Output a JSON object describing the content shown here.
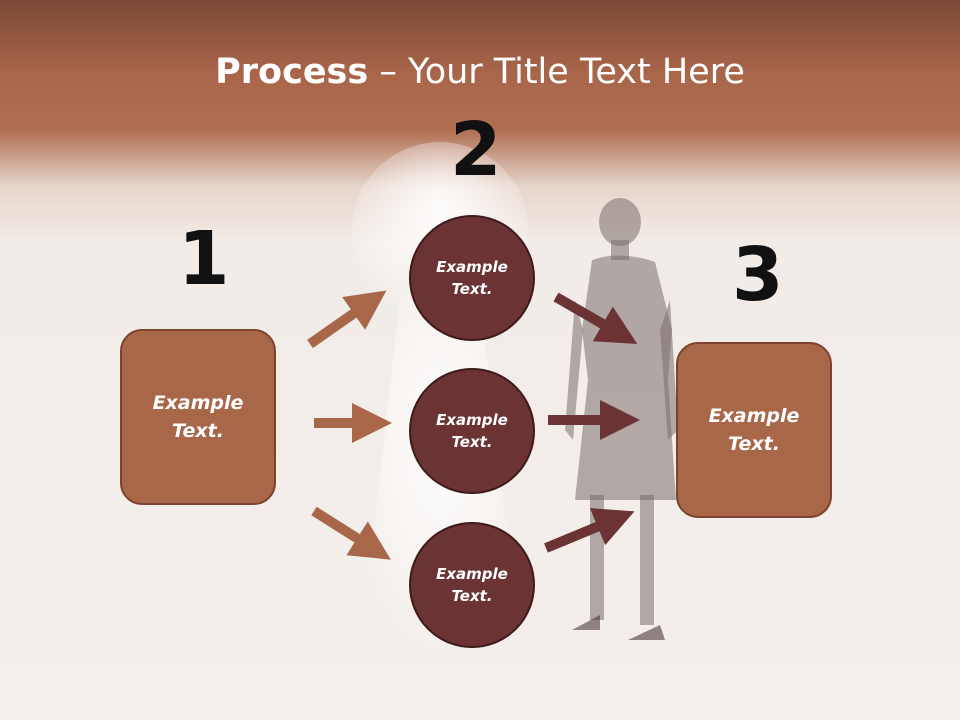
{
  "title": {
    "bold": "Process",
    "rest": " – Your Title Text Here"
  },
  "steps": [
    {
      "number": "1",
      "text": "Example\nText."
    },
    {
      "number": "2",
      "circles": [
        "Example\nText.",
        "Example\nText.",
        "Example\nText."
      ]
    },
    {
      "number": "3",
      "text": "Example\nText."
    }
  ],
  "colors": {
    "box": "#a9674a",
    "circle": "#6b3333",
    "arrow_light": "#a9674a",
    "arrow_dark": "#6b3333"
  }
}
